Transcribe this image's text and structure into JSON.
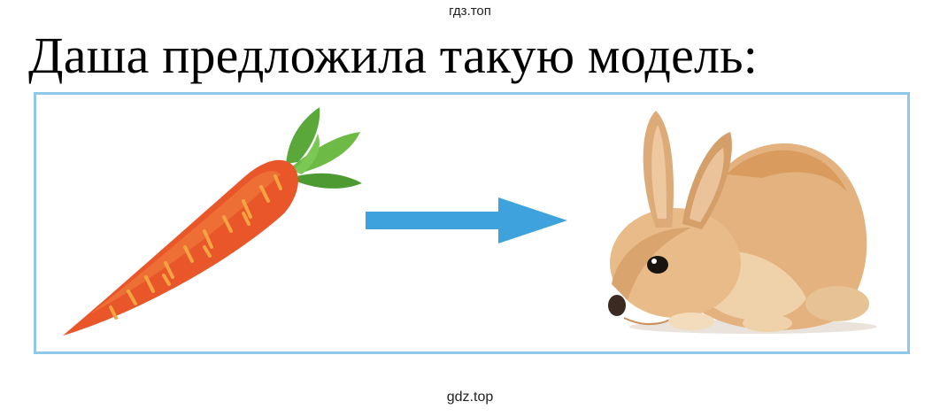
{
  "watermark_top": "гдз.топ",
  "heading": "Даша предложила такую модель:",
  "model": {
    "items": [
      "carrot-icon",
      "arrow-right-icon",
      "rabbit-icon"
    ],
    "colors": {
      "frame": "#8ec8ea",
      "carrot": "#e8562a",
      "carrot_leaves": "#5aa83a",
      "arrow": "#3ea3dd",
      "rabbit_fur": "#e3b27e"
    }
  },
  "watermark_bottom": "gdz.top"
}
